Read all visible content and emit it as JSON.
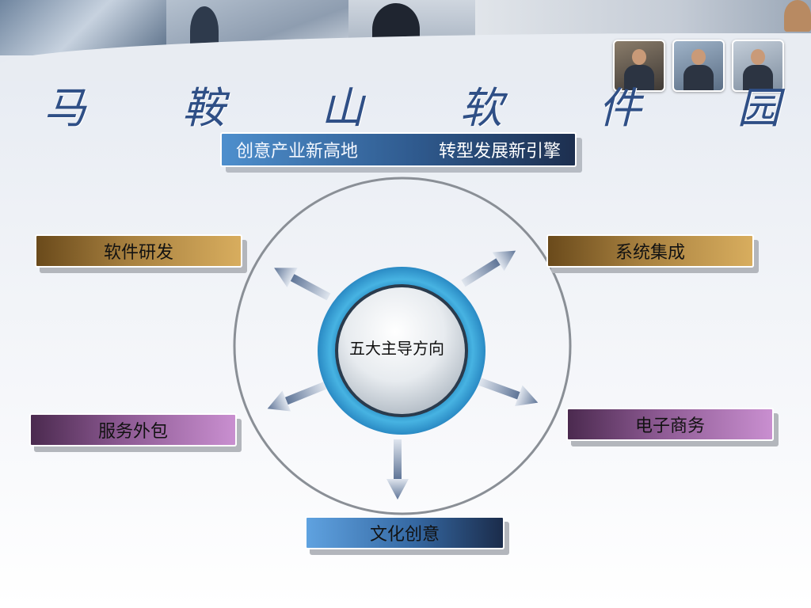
{
  "title": "马 鞍 山 软 件 园",
  "slogan": {
    "left": "创意产业新高地",
    "right": "转型发展新引擎"
  },
  "center": "五大主导方向",
  "directions": {
    "software_dev": "软件研发",
    "system_integration": "系统集成",
    "service_outsourcing": "服务外包",
    "e_commerce": "电子商务",
    "culture_creative": "文化创意"
  },
  "colors": {
    "title": "#2f4f86",
    "slogan_start": "#4e8fcd",
    "slogan_end": "#1d2f4f",
    "gold_box": "#d8ad5e",
    "purple_box": "#c98fd0",
    "blue_box": "#3568a2",
    "ring": "#2b9ad0",
    "arrow": "#7f93b0"
  },
  "icons": [
    "photo-thumbnail",
    "arrow-icon"
  ]
}
